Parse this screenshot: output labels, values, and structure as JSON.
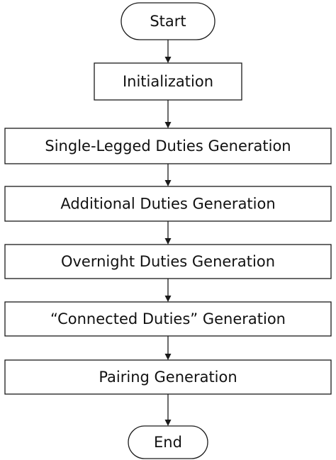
{
  "diagram": {
    "type": "flowchart",
    "nodes": [
      {
        "id": "start",
        "shape": "terminal",
        "label": "Start"
      },
      {
        "id": "initialization",
        "shape": "process",
        "label": "Initialization"
      },
      {
        "id": "single_legged",
        "shape": "process",
        "label": "Single-Legged Duties Generation"
      },
      {
        "id": "additional",
        "shape": "process",
        "label": "Additional Duties Generation"
      },
      {
        "id": "overnight",
        "shape": "process",
        "label": "Overnight Duties Generation"
      },
      {
        "id": "connected",
        "shape": "process",
        "label": "“Connected Duties” Generation"
      },
      {
        "id": "pairing",
        "shape": "process",
        "label": "Pairing Generation"
      },
      {
        "id": "end",
        "shape": "terminal",
        "label": "End"
      }
    ],
    "edges": [
      {
        "from": "start",
        "to": "initialization"
      },
      {
        "from": "initialization",
        "to": "single_legged"
      },
      {
        "from": "single_legged",
        "to": "additional"
      },
      {
        "from": "additional",
        "to": "overnight"
      },
      {
        "from": "overnight",
        "to": "connected"
      },
      {
        "from": "connected",
        "to": "pairing"
      },
      {
        "from": "pairing",
        "to": "end"
      }
    ],
    "colors": {
      "stroke": "#1a1a1a",
      "fill": "#ffffff",
      "text": "#111111"
    }
  }
}
